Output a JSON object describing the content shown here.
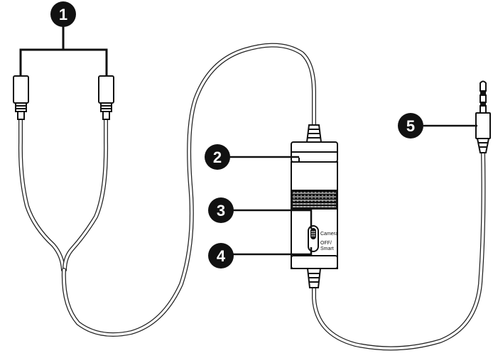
{
  "callouts": [
    {
      "id": "1",
      "number": "1"
    },
    {
      "id": "2",
      "number": "2"
    },
    {
      "id": "3",
      "number": "3"
    },
    {
      "id": "4",
      "number": "4"
    },
    {
      "id": "5",
      "number": "5"
    }
  ],
  "switch": {
    "label_top": "Camera",
    "label_bottom_1": "OFF/",
    "label_bottom_2": "Smart"
  },
  "colors": {
    "ink": "#111111",
    "cable_outline": "#222222",
    "fill": "#ffffff"
  }
}
